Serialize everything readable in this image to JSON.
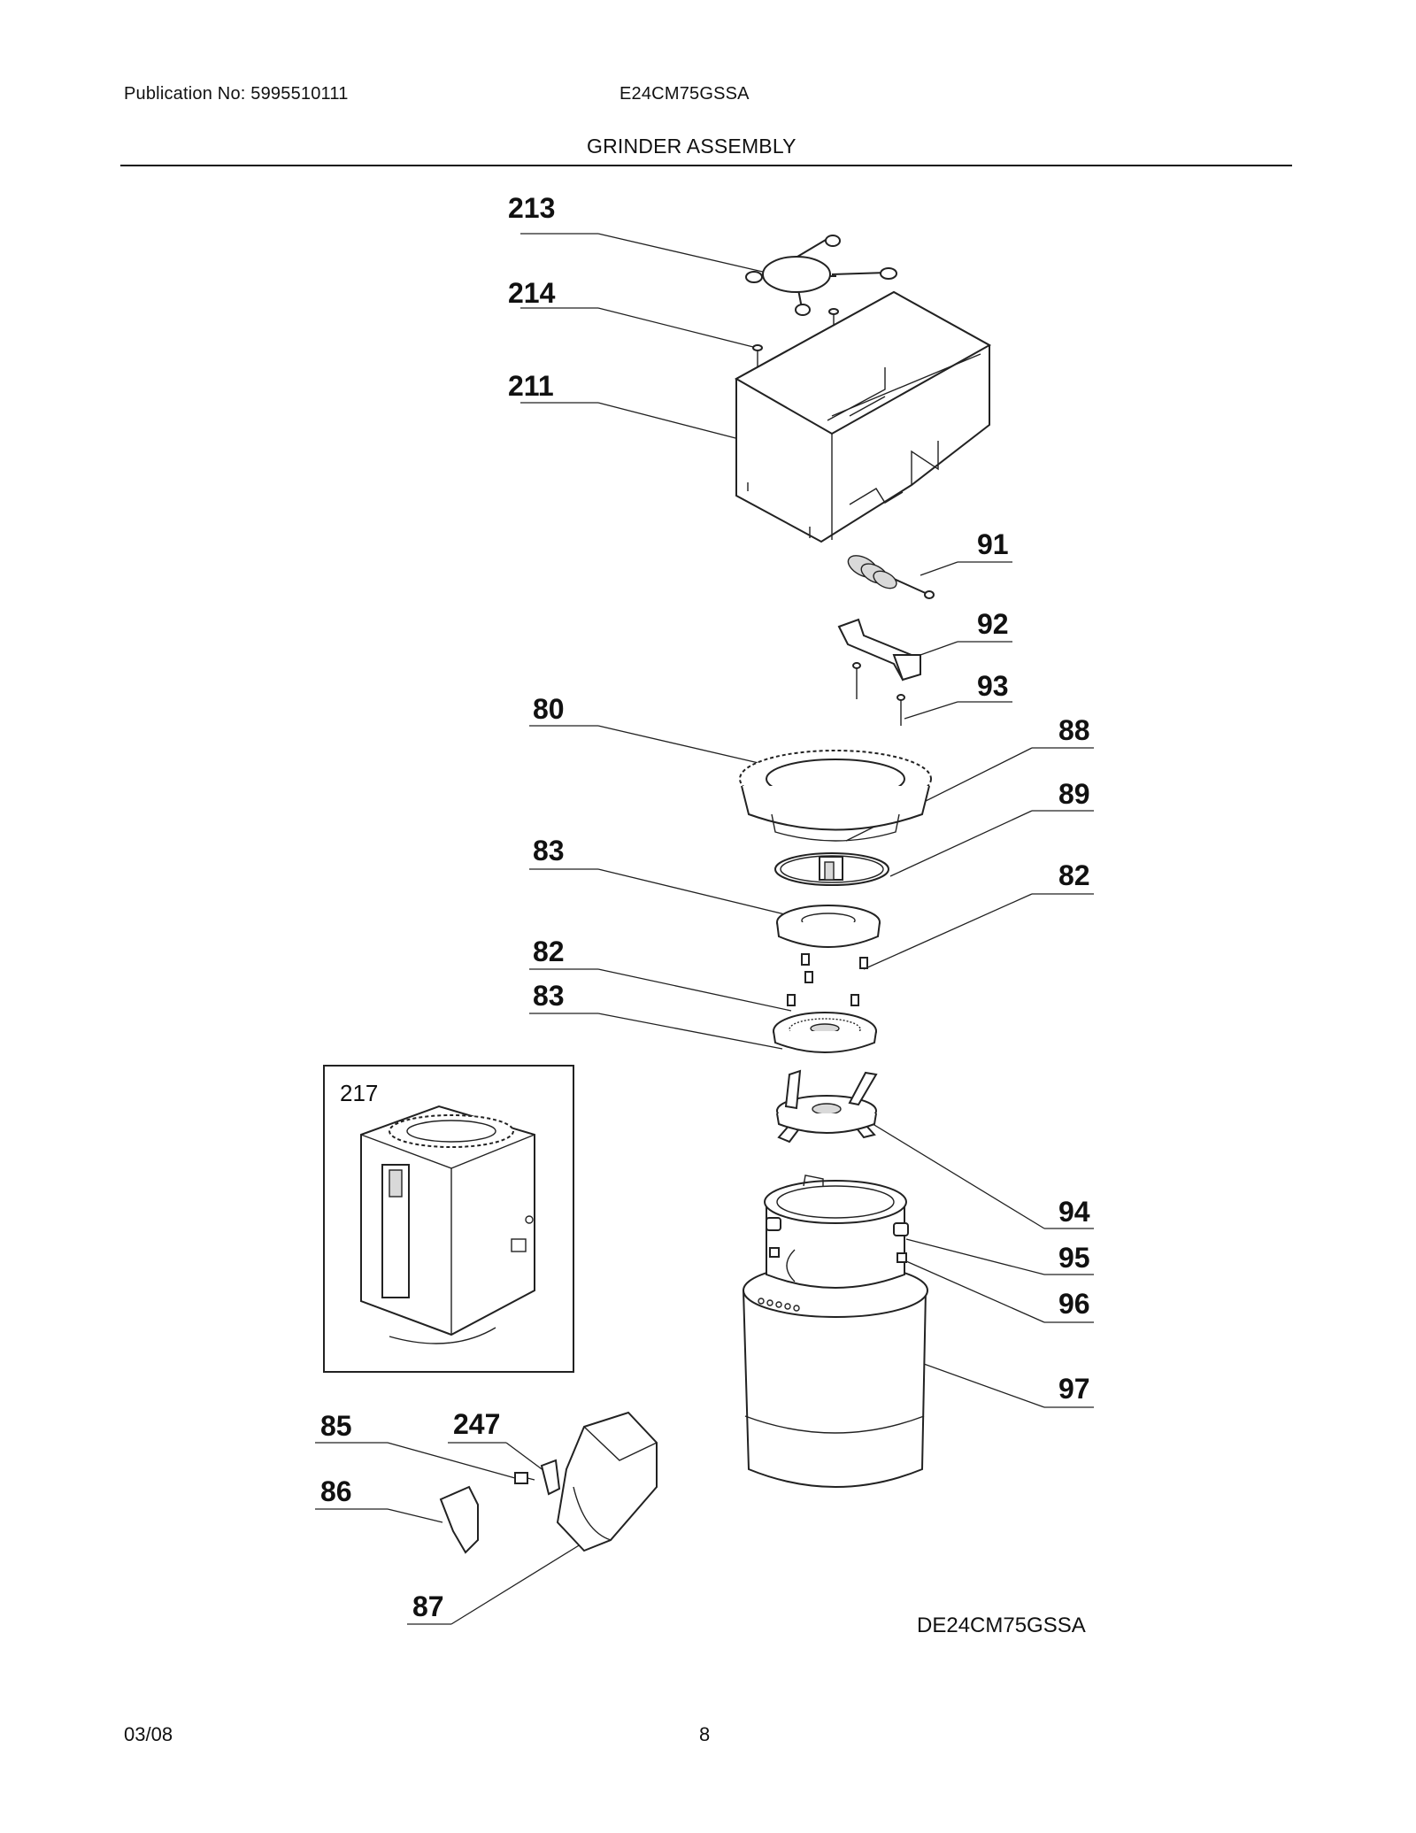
{
  "header": {
    "publication": "Publication No: 5995510111",
    "model": "E24CM75GSSA",
    "section_title": "GRINDER ASSEMBLY"
  },
  "footer": {
    "date": "03/08",
    "page": "8"
  },
  "diagram": {
    "code": "DE24CM75GSSA",
    "inset_label": "217",
    "callouts": {
      "c213": "213",
      "c214": "214",
      "c211": "211",
      "c91": "91",
      "c92": "92",
      "c93": "93",
      "c80": "80",
      "c88": "88",
      "c89": "89",
      "c83a": "83",
      "c82a": "82",
      "c82b": "82",
      "c83b": "83",
      "c94": "94",
      "c95": "95",
      "c96": "96",
      "c97": "97",
      "c85": "85",
      "c247": "247",
      "c86": "86",
      "c87": "87"
    }
  }
}
